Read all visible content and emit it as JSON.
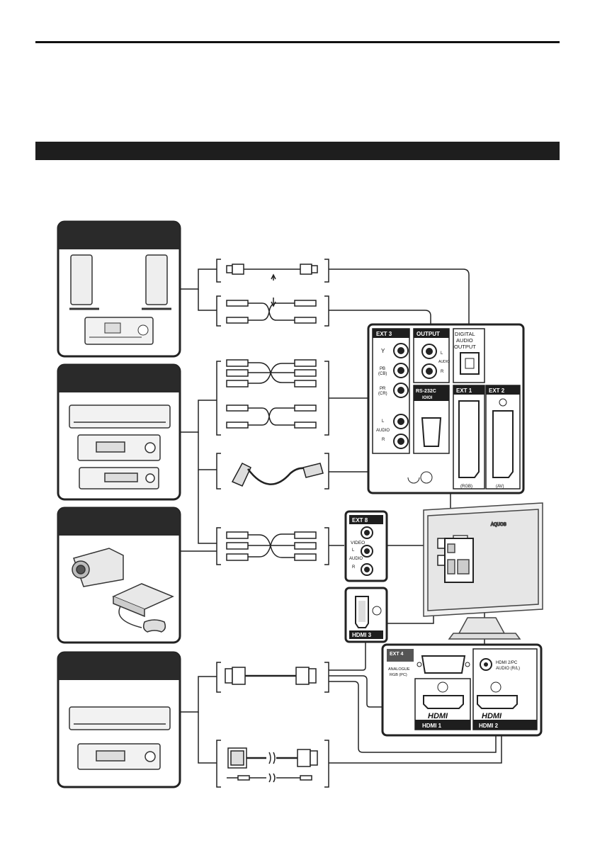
{
  "tv_panel": {
    "ext3_label": "EXT 3",
    "y_label": "Y",
    "pb_label": "PB",
    "pb_sub": "(CB)",
    "pr_label": "PR",
    "pr_sub": "(CR)",
    "l_label": "L",
    "audio_label": "AUDIO",
    "r_label": "R",
    "output_label": "OUTPUT",
    "digital_audio_output_line1": "DIGITAL",
    "digital_audio_output_line2": "AUDIO",
    "digital_audio_output_line3": "OUTPUT",
    "rs232c_label": "RS-232C",
    "rs232c_sub": "IOIOI",
    "ext1_label": "EXT 1",
    "ext1_sub": "(RGB)",
    "ext2_label": "EXT 2",
    "ext2_sub": "(AV)",
    "ext8_label": "EXT 8",
    "video_label": "VIDEO",
    "hdmi3_label": "HDMI 3",
    "ext4_label": "EXT 4",
    "analogue_rgb_label1": "ANALOGUE",
    "analogue_rgb_label2": "RGB (PC)",
    "hdmi2_pc_audio_label1": "HDMI 2/PC",
    "hdmi2_pc_audio_label2": "AUDIO (R/L)",
    "hdmi_logo": "HDMI",
    "hdmi1_label": "HDMI 1",
    "hdmi2_label": "HDMI 2",
    "aquos_label": "AQUOS"
  },
  "colors": {
    "dark": "#1e1e1e",
    "grey_header": "#2a2a2a",
    "outline": "#222222"
  }
}
